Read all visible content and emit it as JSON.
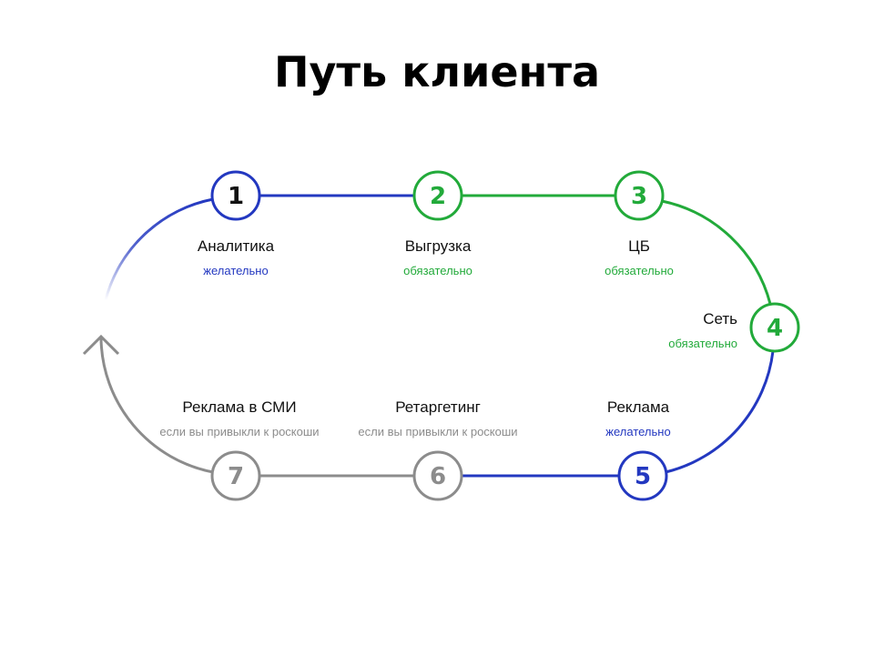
{
  "title": "Путь клиента",
  "colors": {
    "blue": "#2338c0",
    "green": "#22aa3a",
    "gray": "#8c8c8c"
  },
  "steps": [
    {
      "num": "1",
      "label": "Аналитика",
      "status": "желательно",
      "color": "#2338c0",
      "numColor": "#111111"
    },
    {
      "num": "2",
      "label": "Выгрузка",
      "status": "обязательно",
      "color": "#22aa3a",
      "numColor": "#22aa3a"
    },
    {
      "num": "3",
      "label": "ЦБ",
      "status": "обязательно",
      "color": "#22aa3a",
      "numColor": "#22aa3a"
    },
    {
      "num": "4",
      "label": "Сеть",
      "status": "обязательно",
      "color": "#22aa3a",
      "numColor": "#22aa3a"
    },
    {
      "num": "5",
      "label": "Реклама",
      "status": "желательно",
      "color": "#2338c0",
      "numColor": "#2338c0"
    },
    {
      "num": "6",
      "label": "Ретаргетинг",
      "status": "если вы привыкли к роскоши",
      "color": "#8c8c8c",
      "numColor": "#8c8c8c"
    },
    {
      "num": "7",
      "label": "Реклама в СМИ",
      "status": "если вы привыкли к роскоши",
      "color": "#8c8c8c",
      "numColor": "#8c8c8c"
    }
  ]
}
